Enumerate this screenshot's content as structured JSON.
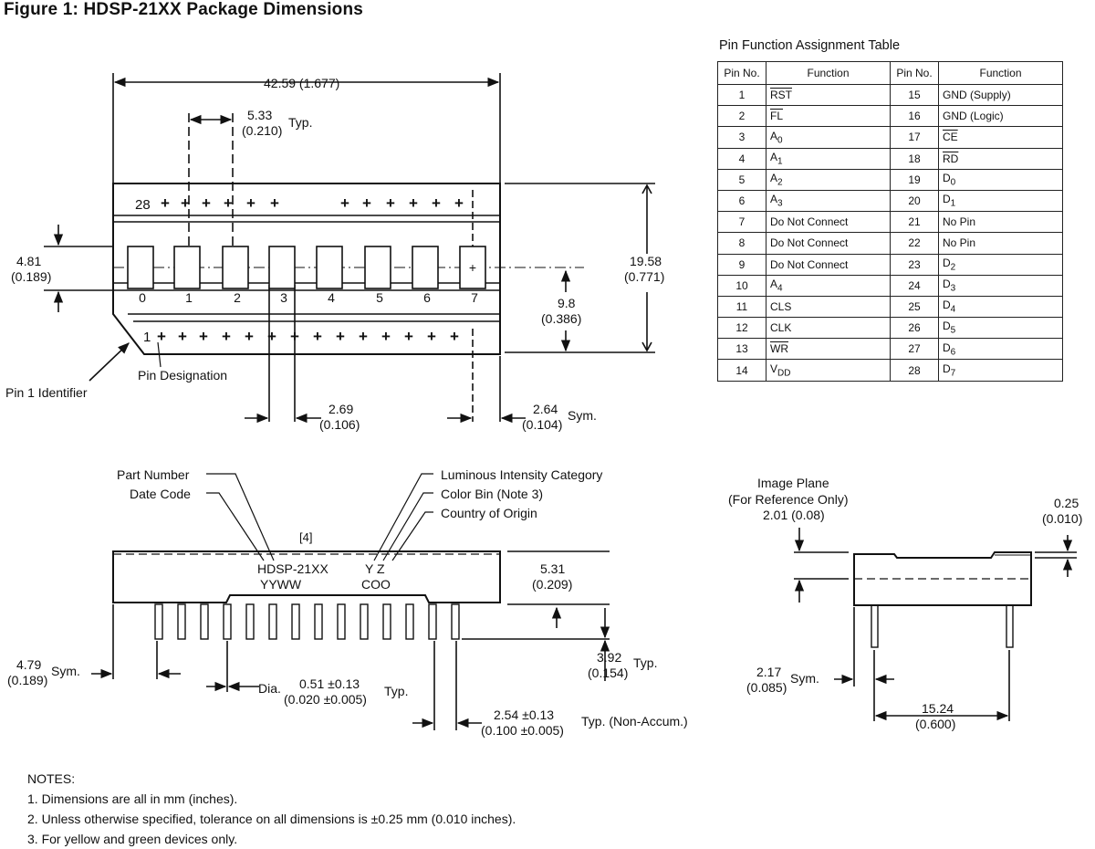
{
  "figure_title": "Figure 1:  HDSP-21XX Package Dimensions",
  "top_view": {
    "overall_length": "42.59 (1.677)",
    "pitch_mm": "5.33",
    "pitch_in": "(0.210)",
    "pitch_suffix": "Typ.",
    "pin28_label": "28",
    "pin1_label": "1",
    "char_height_mm": "4.81",
    "char_height_in": "(0.189)",
    "digit_labels": [
      "0",
      "1",
      "2",
      "3",
      "4",
      "5",
      "6",
      "7"
    ],
    "height_mm": "19.58",
    "height_in": "(0.771)",
    "row_to_center_mm": "9.8",
    "row_to_center_in": "(0.386)",
    "char_pitch_mm": "2.69",
    "char_pitch_in": "(0.106)",
    "end_offset_mm": "2.64",
    "end_offset_in": "(0.104)",
    "end_offset_suffix": "Sym.",
    "pin1_identifier": "Pin 1 Identifier",
    "pin_designation": "Pin Designation"
  },
  "pin_table": {
    "title": "Pin Function Assignment Table",
    "headers": [
      "Pin No.",
      "Function",
      "Pin No.",
      "Function"
    ],
    "rows": [
      {
        "p1": "1",
        "f1": "RST",
        "o1": true,
        "p2": "15",
        "f2": "GND (Supply)",
        "o2": false
      },
      {
        "p1": "2",
        "f1": "FL",
        "o1": true,
        "p2": "16",
        "f2": "GND (Logic)",
        "o2": false
      },
      {
        "p1": "3",
        "f1": "A0",
        "o1": false,
        "p2": "17",
        "f2": "CE",
        "o2": true
      },
      {
        "p1": "4",
        "f1": "A1",
        "o1": false,
        "p2": "18",
        "f2": "RD",
        "o2": true
      },
      {
        "p1": "5",
        "f1": "A2",
        "o1": false,
        "p2": "19",
        "f2": "D0",
        "o2": false
      },
      {
        "p1": "6",
        "f1": "A3",
        "o1": false,
        "p2": "20",
        "f2": "D1",
        "o2": false
      },
      {
        "p1": "7",
        "f1": "Do Not Connect",
        "o1": false,
        "p2": "21",
        "f2": "No Pin",
        "o2": false
      },
      {
        "p1": "8",
        "f1": "Do Not Connect",
        "o1": false,
        "p2": "22",
        "f2": "No Pin",
        "o2": false
      },
      {
        "p1": "9",
        "f1": "Do Not Connect",
        "o1": false,
        "p2": "23",
        "f2": "D2",
        "o2": false
      },
      {
        "p1": "10",
        "f1": "A4",
        "o1": false,
        "p2": "24",
        "f2": "D3",
        "o2": false
      },
      {
        "p1": "11",
        "f1": "CLS",
        "o1": false,
        "p2": "25",
        "f2": "D4",
        "o2": false
      },
      {
        "p1": "12",
        "f1": "CLK",
        "o1": false,
        "p2": "26",
        "f2": "D5",
        "o2": false
      },
      {
        "p1": "13",
        "f1": "WR",
        "o1": true,
        "p2": "27",
        "f2": "D6",
        "o2": false
      },
      {
        "p1": "14",
        "f1": "VDD",
        "o1": false,
        "p2": "28",
        "f2": "D7",
        "o2": false
      }
    ]
  },
  "front_view": {
    "part_number_label": "Part Number",
    "date_code_label": "Date Code",
    "luminous_label": "Luminous Intensity Category",
    "color_bin_label": "Color Bin (Note 3)",
    "country_label": "Country of Origin",
    "note_ref": "[4]",
    "marking_line1": "HDSP-21XX",
    "marking_yz": "Y Z",
    "marking_line2": "YYWW",
    "marking_coo": "COO",
    "body_height_mm": "5.31",
    "body_height_in": "(0.209)",
    "pin_length_mm": "3.92",
    "pin_length_in": "(0.154)",
    "pin_length_suffix": "Typ.",
    "side_offset_mm": "4.79",
    "side_offset_in": "(0.189)",
    "side_offset_suffix": "Sym.",
    "dia_prefix": "Dia.",
    "dia_mm": "0.51 ±0.13",
    "dia_in": "(0.020 ±0.005)",
    "dia_suffix": "Typ.",
    "pitch_mm": "2.54 ±0.13",
    "pitch_in": "(0.100 ±0.005)",
    "pitch_suffix": "Typ. (Non-Accum.)"
  },
  "side_view": {
    "image_plane_1": "Image Plane",
    "image_plane_2": "(For Reference Only)",
    "image_plane_dim": "2.01 (0.08)",
    "top_dim_mm": "0.25",
    "top_dim_in": "(0.010)",
    "pin_offset_mm": "2.17",
    "pin_offset_in": "(0.085)",
    "pin_offset_suffix": "Sym.",
    "row_spacing_mm": "15.24",
    "row_spacing_in": "(0.600)"
  },
  "notes": {
    "heading": "NOTES:",
    "items": [
      "1. Dimensions are all in mm (inches).",
      "2. Unless otherwise specified, tolerance on all dimensions is ±0.25 mm (0.010 inches).",
      "3. For yellow and green devices only."
    ]
  }
}
